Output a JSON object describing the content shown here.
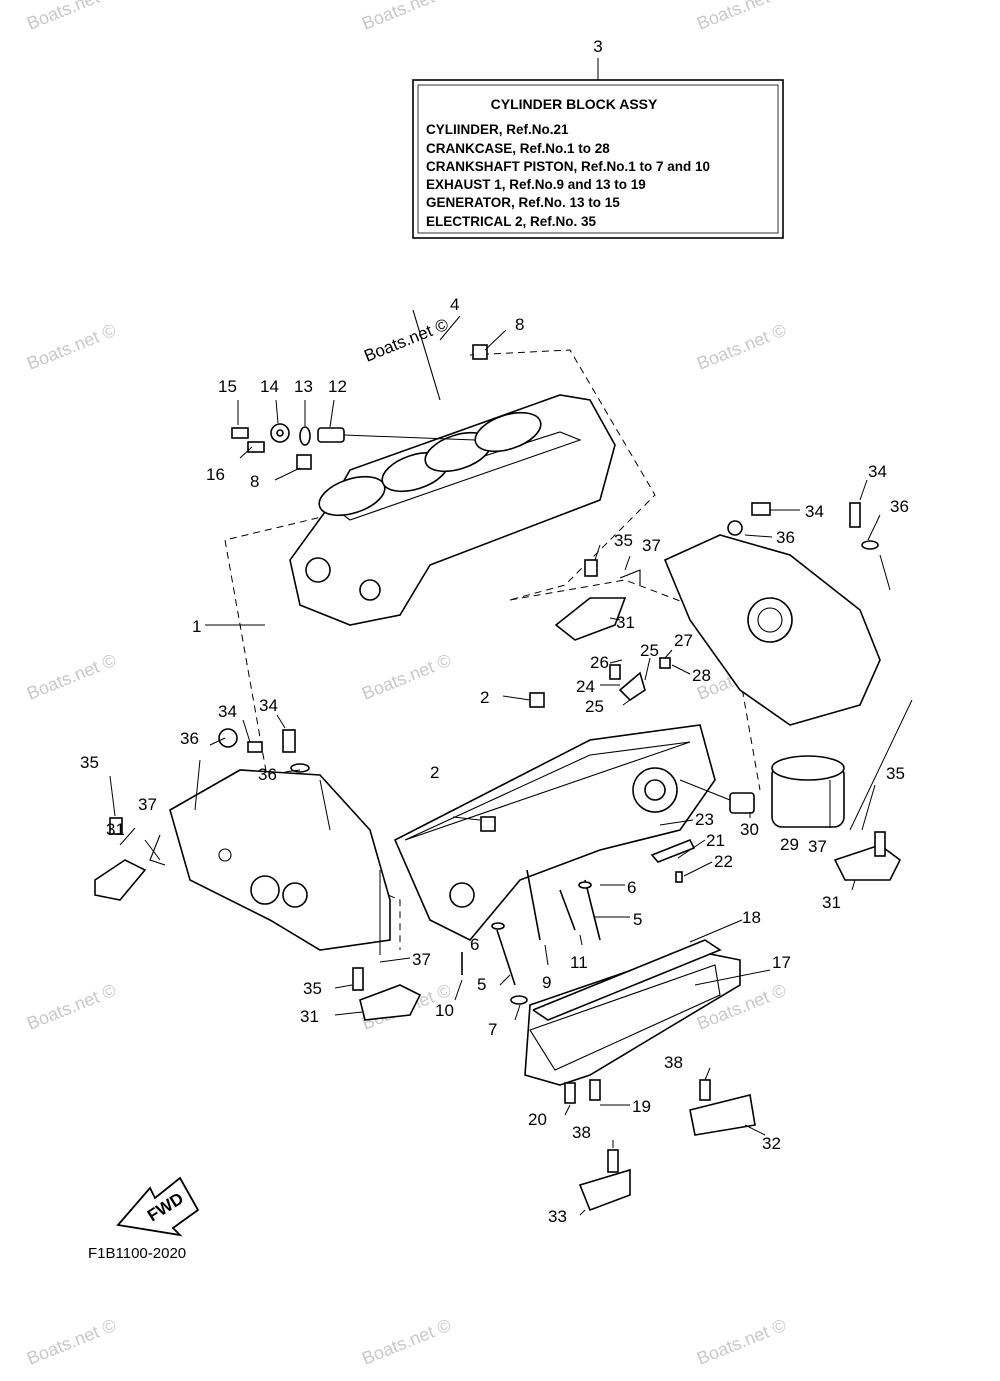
{
  "assembly_box": {
    "ref_number": "3",
    "title": "CYLINDER BLOCK ASSY",
    "lines": [
      "CYLIINDER, Ref.No.21",
      "CRANKCASE, Ref.No.1 to 28",
      "CRANKSHAFT PISTON, Ref.No.1 to 7 and 10",
      "EXHAUST 1, Ref.No.9 and 13 to 19",
      "GENERATOR, Ref.No. 13 to 15",
      "ELECTRICAL 2, Ref.No. 35"
    ]
  },
  "watermark": {
    "text": "Boats.net ©",
    "color": "#c8c8c8"
  },
  "watermark_center": {
    "text": "Boats.net ©"
  },
  "fwd_label": "FWD",
  "diagram_code": "F1B1100-2020",
  "callouts": {
    "c1": "1",
    "c2a": "2",
    "c2b": "2",
    "c4": "4",
    "c5a": "5",
    "c5b": "5",
    "c6a": "6",
    "c6b": "6",
    "c7": "7",
    "c8a": "8",
    "c8b": "8",
    "c9": "9",
    "c10": "10",
    "c11": "11",
    "c12": "12",
    "c13": "13",
    "c14": "14",
    "c15": "15",
    "c16": "16",
    "c17": "17",
    "c18": "18",
    "c19": "19",
    "c20": "20",
    "c21": "21",
    "c22": "22",
    "c23": "23",
    "c24": "24",
    "c25a": "25",
    "c25b": "25",
    "c26": "26",
    "c27": "27",
    "c28": "28",
    "c29": "29",
    "c30": "30",
    "c31a": "31",
    "c31b": "31",
    "c31c": "31",
    "c31d": "31",
    "c32": "32",
    "c33": "33",
    "c34a": "34",
    "c34b": "34",
    "c34c": "34",
    "c34d": "34",
    "c35a": "35",
    "c35b": "35",
    "c35c": "35",
    "c35d": "35",
    "c36a": "36",
    "c36b": "36",
    "c36c": "36",
    "c36d": "36",
    "c37a": "37",
    "c37b": "37",
    "c37c": "37",
    "c37d": "37",
    "c38a": "38",
    "c38b": "38"
  }
}
